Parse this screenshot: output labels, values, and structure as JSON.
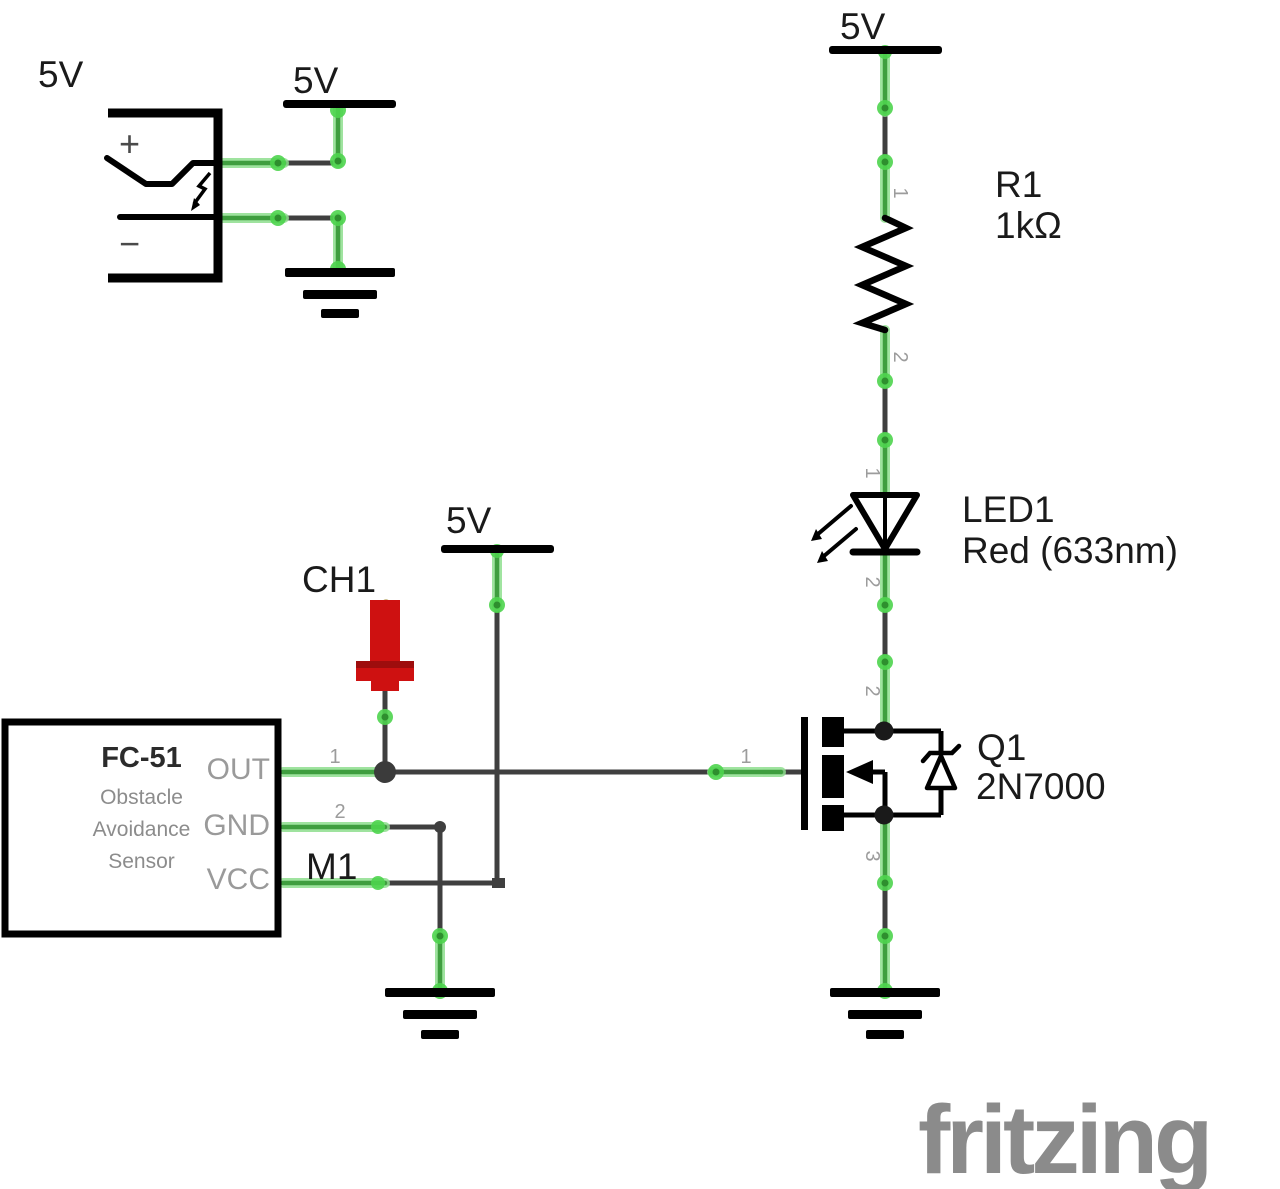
{
  "watermark": "fritzing",
  "colors": {
    "wire_dark": "#3f3f3f",
    "wire_green_core": "#3f9e3f",
    "wire_green_glow": "#8fdf8f",
    "connector_green": "#4ed44e",
    "component_black": "#000000",
    "probe_red": "#ce1111",
    "pin_number_gray": "#9c9c9c",
    "watermark_gray": "#8b8b8b"
  },
  "power_source": {
    "label": "5V",
    "plus": "+",
    "minus": "−"
  },
  "rails": {
    "left": "5V",
    "mid": "5V",
    "right": "5V"
  },
  "resistor": {
    "designator": "R1",
    "value": "1kΩ",
    "pins": {
      "p1": "1",
      "p2": "2"
    }
  },
  "led": {
    "designator": "LED1",
    "value": "Red (633nm)",
    "pins": {
      "p1": "1",
      "p2": "2"
    }
  },
  "mosfet": {
    "designator": "Q1",
    "value": "2N7000",
    "pins": {
      "gate": "1",
      "drain": "2",
      "source": "3"
    }
  },
  "probe": {
    "designator": "CH1"
  },
  "sensor": {
    "designator": "M1",
    "title": "FC-51",
    "desc1": "Obstacle",
    "desc2": "Avoidance",
    "desc3": "Sensor",
    "pin_out": "OUT",
    "pin_gnd": "GND",
    "pin_vcc": "VCC",
    "pin_out_num": "1",
    "pin_gnd_num": "2"
  }
}
